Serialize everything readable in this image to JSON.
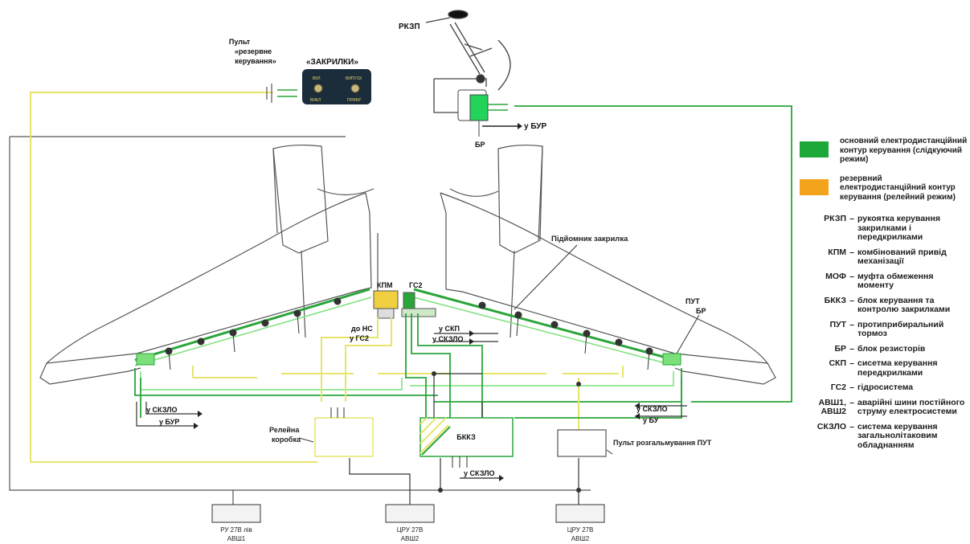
{
  "colors": {
    "primary_circuit": "#1fa83a",
    "primary_light": "#7be07a",
    "backup_circuit": "#f4a31c",
    "backup_line": "#e8e46a",
    "panel_bg": "#1b2c3a",
    "wire": "#333333"
  },
  "labels": {
    "rkzp": "РКЗП",
    "panel_caption": "Пульт «резервне керування»",
    "panel_caption_l1": "Пульт",
    "panel_caption_l2": "«резервне",
    "panel_caption_l3": "керування»",
    "zakrylky": "«ЗАКРИЛКИ»",
    "panel_vkl": "ВКЛ",
    "panel_vypusk": "ВИПУСК",
    "panel_vykl": "ВИКЛ",
    "panel_pryb": "ПРИБР",
    "br_top": "БР",
    "u_bur_top": "у БУР",
    "pidiomnyk": "Підйомник закрилка",
    "kpm": "КПМ",
    "gs2": "ГС2",
    "do_ns": "до НС",
    "u_gs2": "у ГС2",
    "u_skp": "у СКП",
    "u_skzlo_center": "у СКЗЛО",
    "put": "ПУТ",
    "br_right": "БР",
    "u_skzlo_left": "у СКЗЛО",
    "u_bur_left": "у БУР",
    "u_skzlo_right": "у СКЗЛО",
    "u_bu_right": "у БУ",
    "releina": "Релейна коробка",
    "releina_l1": "Релейна",
    "releina_l2": "коробка",
    "bkkz": "БККЗ",
    "u_skzlo_bottom": "у СКЗЛО",
    "pult_put": "Пульт розгальмування ПУТ",
    "ru27_l1": "РУ 27В лів",
    "ru27_l2": "АВШ1",
    "tsru1_l1": "ЦРУ 27В",
    "tsru1_l2": "АВШ2",
    "tsru2_l1": "ЦРУ 27В",
    "tsru2_l2": "АВШ2"
  },
  "legend": {
    "items": [
      {
        "color": "#1fa83a",
        "text": "основний електродистанційний контур керування (слідкуючий режим)"
      },
      {
        "color": "#f4a31c",
        "text": "резервний електродистанційний контур керування (релейний режим)"
      }
    ],
    "abbreviations": [
      {
        "abbr": "РКЗП",
        "def": "рукоятка керування закрилками і передкрилками"
      },
      {
        "abbr": "КПМ",
        "def": "комбінований привід механізації"
      },
      {
        "abbr": "МОФ",
        "def": "муфта обмеження моменту"
      },
      {
        "abbr": "БККЗ",
        "def": "блок керування та контролю закрилками"
      },
      {
        "abbr": "ПУТ",
        "def": "протиприбиральний тормоз"
      },
      {
        "abbr": "БР",
        "def": "блок резисторів"
      },
      {
        "abbr": "СКП",
        "def": "сисетма керування передкрилками"
      },
      {
        "abbr": "ГС2",
        "def": "гідросистема"
      },
      {
        "abbr": "АВШ1,\nАВШ2",
        "def": "аварійні шини постійного струму електросистеми"
      },
      {
        "abbr": "СКЗЛО",
        "def": "система керування загальнолітаковим обладнанням"
      }
    ]
  }
}
